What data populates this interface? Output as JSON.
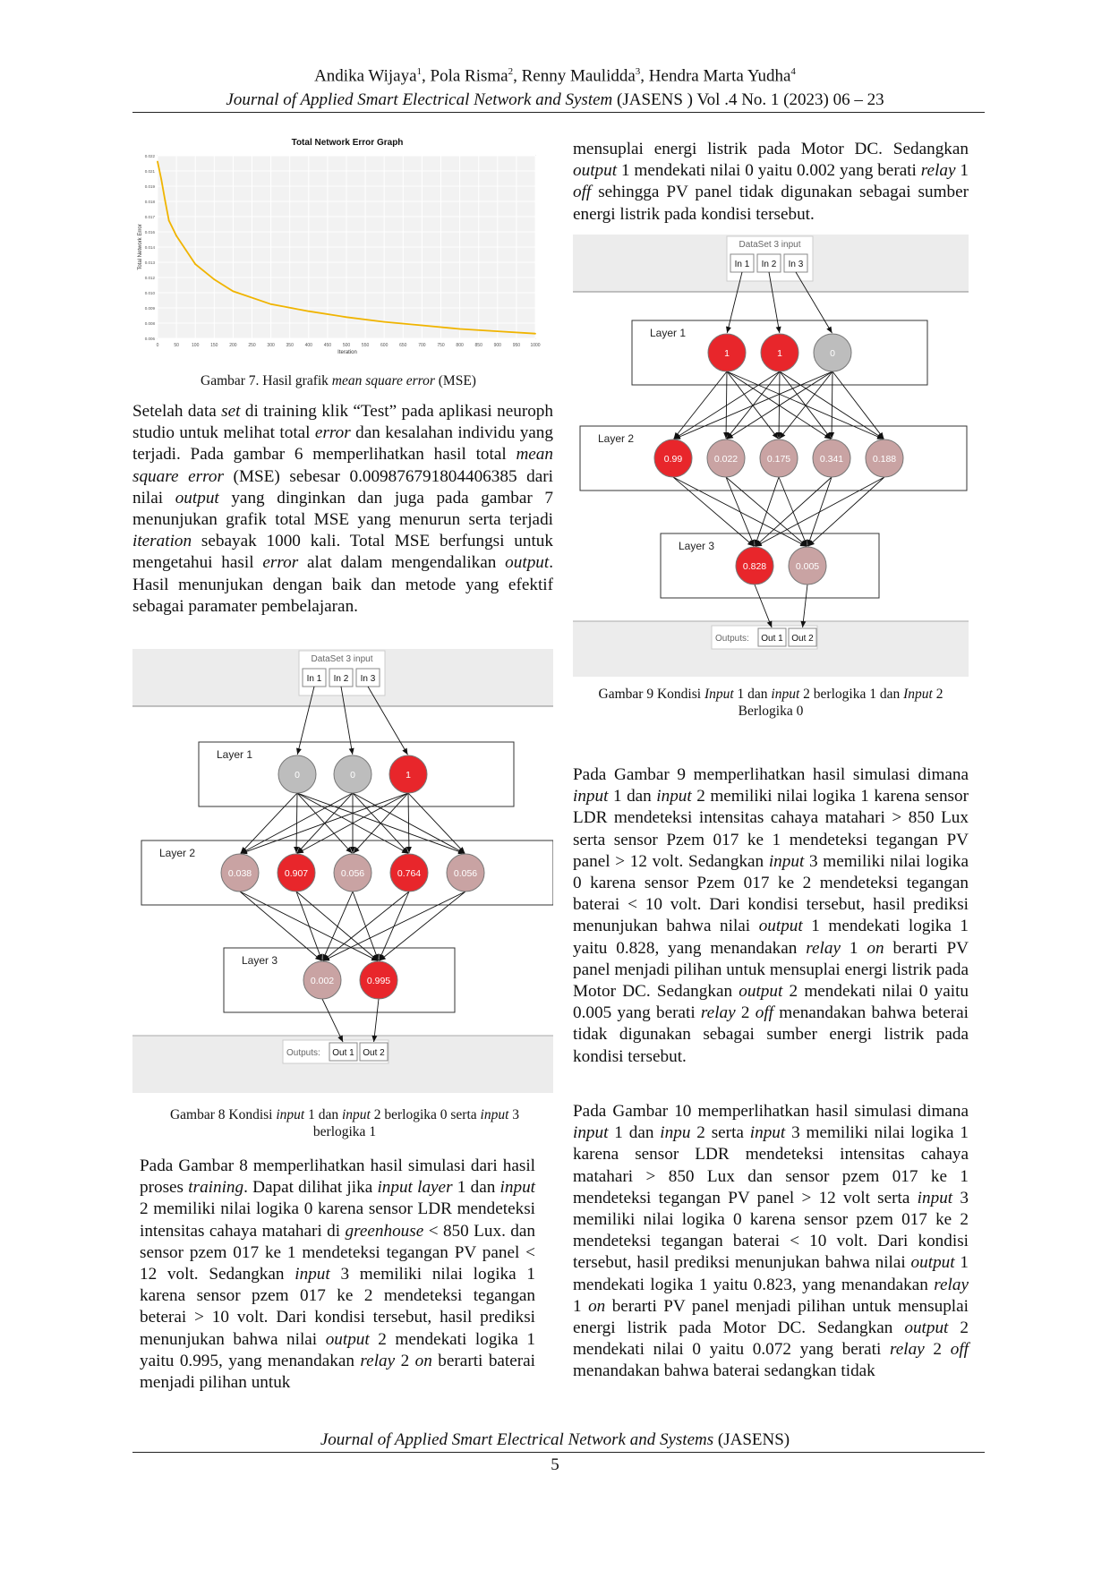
{
  "header": {
    "authors": [
      {
        "name": "Andika Wijaya",
        "sup": "1"
      },
      {
        "name": "Pola Risma",
        "sup": "2"
      },
      {
        "name": "Renny Maulidda",
        "sup": "3"
      },
      {
        "name": "Hendra Marta Yudha",
        "sup": "4"
      }
    ],
    "journal_italic": "Journal of Applied Smart Electrical Network and System",
    "journal_rest": " (JASENS ) Vol .4 No. 1 (2023) 06 – 23"
  },
  "fig7": {
    "chart_title": "Total Network Error Graph",
    "ylabel": "Total Network Error",
    "xlabel": "Iteration",
    "caption_pre": "Gambar 7. Hasil grafik ",
    "caption_it": "mean square error",
    "caption_post": " (MSE)",
    "chart_data": {
      "type": "line",
      "title": "Total Network Error Graph",
      "xlabel": "Iteration",
      "ylabel": "Total Network Error",
      "x": [
        0,
        10,
        20,
        30,
        50,
        75,
        100,
        150,
        200,
        300,
        400,
        500,
        600,
        700,
        800,
        900,
        1000
      ],
      "y": [
        0.0215,
        0.02,
        0.0182,
        0.0165,
        0.0152,
        0.014,
        0.0128,
        0.0115,
        0.0105,
        0.0094,
        0.0088,
        0.0083,
        0.0079,
        0.0076,
        0.0073,
        0.0071,
        0.0069
      ],
      "xlim": [
        0,
        1000
      ],
      "ylim": [
        0.0065,
        0.022
      ],
      "grid": true,
      "series_color": "#f0b400"
    }
  },
  "left_col": {
    "para1": [
      {
        "t": "Setelah data "
      },
      {
        "t": "set",
        "i": true
      },
      {
        "t": " di training klik “Test” pada aplikasi neuroph studio untuk melihat total "
      },
      {
        "t": "error",
        "i": true
      },
      {
        "t": " dan kesalahan individu yang terjadi. Pada gambar 6 memperlihatkan hasil total "
      },
      {
        "t": "mean square error",
        "i": true
      },
      {
        "t": " (MSE) sebesar 0.009876791804406385 dari nilai "
      },
      {
        "t": "output",
        "i": true
      },
      {
        "t": " yang dinginkan dan juga pada gambar 7 menunjukan grafik total MSE yang menurun serta terjadi "
      },
      {
        "t": "iteration",
        "i": true
      },
      {
        "t": " sebayak 1000 kali. Total MSE berfungsi untuk mengetahui hasil "
      },
      {
        "t": "error",
        "i": true
      },
      {
        "t": " alat dalam mengendalikan "
      },
      {
        "t": "output",
        "i": true
      },
      {
        "t": ". Hasil menunjukan dengan baik dan metode yang efektif sebagai paramater pembelajaran."
      }
    ],
    "para2": [
      {
        "t": "Pada Gambar 8 memperlihatkan hasil simulasi dari hasil proses "
      },
      {
        "t": "training",
        "i": true
      },
      {
        "t": ". Dapat dilihat jika "
      },
      {
        "t": "input layer",
        "i": true
      },
      {
        "t": " 1 dan "
      },
      {
        "t": "input",
        "i": true
      },
      {
        "t": " 2 memiliki nilai logika 0 karena sensor LDR mendeteksi intensitas cahaya matahari di "
      },
      {
        "t": "greenhouse",
        "i": true
      },
      {
        "t": " < 850 Lux. dan sensor pzem 017 ke 1 mendeteksi tegangan PV panel < 12 volt. Sedangkan "
      },
      {
        "t": "input",
        "i": true
      },
      {
        "t": " 3 memiliki nilai logika 1 karena sensor pzem 017 ke 2 mendeteksi tegangan beterai > 10 volt. Dari kondisi tersebut, hasil prediksi menunjukan bahwa nilai "
      },
      {
        "t": "output",
        "i": true
      },
      {
        "t": " 2 mendekati logika 1 yaitu 0.995, yang menandakan "
      },
      {
        "t": "relay",
        "i": true
      },
      {
        "t": " 2 "
      },
      {
        "t": "on",
        "i": true
      },
      {
        "t": " berarti baterai menjadi pilihan untuk"
      }
    ]
  },
  "right_col": {
    "para0": [
      {
        "t": "mensuplai energi listrik pada Motor DC. Sedangkan "
      },
      {
        "t": "output",
        "i": true
      },
      {
        "t": " 1 mendekati nilai 0 yaitu 0.002 yang berati "
      },
      {
        "t": "relay",
        "i": true
      },
      {
        "t": " 1 "
      },
      {
        "t": "off",
        "i": true
      },
      {
        "t": " sehingga PV panel tidak digunakan sebagai sumber energi listrik pada kondisi tersebut."
      }
    ],
    "para1": [
      {
        "t": "Pada Gambar 9 memperlihatkan hasil simulasi dimana "
      },
      {
        "t": "input",
        "i": true
      },
      {
        "t": " 1 dan "
      },
      {
        "t": "input",
        "i": true
      },
      {
        "t": " 2 memiliki nilai logika 1 karena sensor LDR mendeteksi intensitas cahaya matahari > 850 Lux serta sensor Pzem 017 ke 1 mendeteksi tegangan PV panel > 12 volt. Sedangkan "
      },
      {
        "t": "input",
        "i": true
      },
      {
        "t": " 3 memiliki nilai logika 0 karena sensor Pzem 017 ke 2 mendeteksi tegangan baterai < 10 volt. Dari kondisi tersebut, hasil prediksi menunjukan bahwa nilai "
      },
      {
        "t": "output",
        "i": true
      },
      {
        "t": " 1 mendekati logika 1 yaitu 0.828, yang menandakan "
      },
      {
        "t": "relay",
        "i": true
      },
      {
        "t": " 1 "
      },
      {
        "t": "on",
        "i": true
      },
      {
        "t": " berarti PV panel menjadi pilihan untuk mensuplai energi listrik pada Motor DC. Sedangkan "
      },
      {
        "t": "output",
        "i": true
      },
      {
        "t": " 2 mendekati nilai 0 yaitu 0.005 yang berati "
      },
      {
        "t": "relay",
        "i": true
      },
      {
        "t": " 2 "
      },
      {
        "t": "off",
        "i": true
      },
      {
        "t": " menandakan bahwa beterai tidak digunakan sebagai sumber energi listrik pada kondisi tersebut."
      }
    ],
    "para2": [
      {
        "t": "Pada Gambar 10 memperlihatkan hasil simulasi dimana "
      },
      {
        "t": "input",
        "i": true
      },
      {
        "t": " 1 dan "
      },
      {
        "t": "inpu",
        "i": true
      },
      {
        "t": " 2 serta "
      },
      {
        "t": "input",
        "i": true
      },
      {
        "t": " 3 memiliki nilai logika 1 karena sensor LDR mendeteksi intensitas cahaya matahari > 850 Lux dan sensor pzem 017 ke 1 mendeteksi tegangan PV panel > 12 volt serta "
      },
      {
        "t": "input",
        "i": true
      },
      {
        "t": " 3 memiliki nilai logika 0 karena sensor pzem 017 ke 2 mendeteksi tegangan baterai < 10 volt. Dari kondisi tersebut, hasil prediksi menunjukan bahwa nilai "
      },
      {
        "t": "output",
        "i": true
      },
      {
        "t": " 1 mendekati logika 1 yaitu 0.823, yang menandakan "
      },
      {
        "t": "relay",
        "i": true
      },
      {
        "t": " 1 "
      },
      {
        "t": "on",
        "i": true
      },
      {
        "t": " berarti PV panel menjadi pilihan untuk mensuplai energi listrik pada Motor DC. Sedangkan "
      },
      {
        "t": "output",
        "i": true
      },
      {
        "t": " 2 mendekati nilai 0 yaitu 0.072 yang berati "
      },
      {
        "t": "relay",
        "i": true
      },
      {
        "t": " 2 "
      },
      {
        "t": "off",
        "i": true
      },
      {
        "t": " menandakan bahwa baterai sedangkan tidak"
      }
    ]
  },
  "fig8": {
    "dataset_label": "DataSet 3 input",
    "inputs": [
      "In 1",
      "In 2",
      "In 3"
    ],
    "layer_labels": [
      "Layer 1",
      "Layer 2",
      "Layer 3"
    ],
    "layer1": [
      "0",
      "0",
      "1"
    ],
    "layer2": [
      "0.038",
      "0.907",
      "0.056",
      "0.764",
      "0.056"
    ],
    "layer3": [
      "0.002",
      "0.995"
    ],
    "outputs_label": "Outputs:",
    "outputs": [
      "Out 1",
      "Out 2"
    ],
    "caption": [
      {
        "t": "Gambar 8 Kondisi  "
      },
      {
        "t": "input",
        "i": true
      },
      {
        "t": " 1 dan "
      },
      {
        "t": "input",
        "i": true
      },
      {
        "t": " 2 berlogika 0 serta "
      },
      {
        "t": "input",
        "i": true
      },
      {
        "t": " 3 berlogika 1"
      }
    ]
  },
  "fig9": {
    "dataset_label": "DataSet 3 input",
    "inputs": [
      "In 1",
      "In 2",
      "In 3"
    ],
    "layer_labels": [
      "Layer 1",
      "Layer 2",
      "Layer 3"
    ],
    "layer1": [
      "1",
      "1",
      "0"
    ],
    "layer2": [
      "0.99",
      "0.022",
      "0.175",
      "0.341",
      "0.188"
    ],
    "layer3": [
      "0.828",
      "0.005"
    ],
    "outputs_label": "Outputs:",
    "outputs": [
      "Out 1",
      "Out 2"
    ],
    "caption": [
      {
        "t": "Gambar 9 Kondisi "
      },
      {
        "t": "Input",
        "i": true
      },
      {
        "t": "  1 dan "
      },
      {
        "t": "input",
        "i": true
      },
      {
        "t": " 2 berlogika 1 dan "
      },
      {
        "t": "Input",
        "i": true
      },
      {
        "t": "  2 Berlogika 0"
      }
    ]
  },
  "footer": {
    "journal_italic": "Journal of Applied Smart Electrical Network and Systems",
    "journal_rest": " (JASENS)",
    "page_number": "5"
  },
  "colors": {
    "neuron_active": "#e8262b",
    "neuron_mid": "#c9a3a3",
    "neuron_off": "#bdbdbd",
    "panel_gray": "#ececec"
  }
}
